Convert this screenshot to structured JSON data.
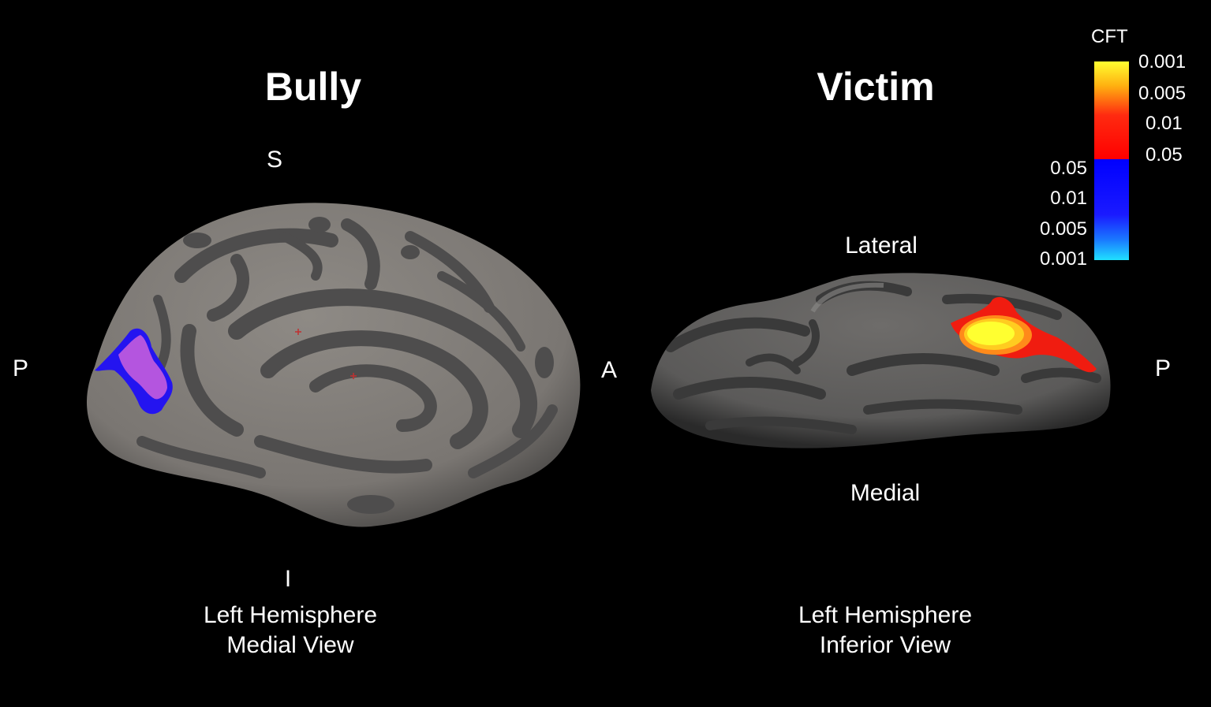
{
  "panels": {
    "bully": {
      "title": "Bully",
      "orient_top": "S",
      "orient_bottom": "I",
      "orient_left": "P",
      "orient_right": "A",
      "caption_line1": "Left Hemisphere",
      "caption_line2": "Medial View"
    },
    "victim": {
      "title": "Victim",
      "orient_top": "Lateral",
      "orient_bottom": "Medial",
      "orient_right": "P",
      "caption_line1": "Left Hemisphere",
      "caption_line2": "Inferior View"
    }
  },
  "colorbar": {
    "title": "CFT",
    "positive_ticks": [
      "0.001",
      "0.005",
      "0.01",
      "0.05"
    ],
    "negative_ticks": [
      "0.05",
      "0.01",
      "0.005",
      "0.001"
    ]
  },
  "colors": {
    "background": "#000000",
    "brain_gyri": "#8a8580",
    "brain_sulci": "#4e4d4d",
    "cluster_blue": "#2414f0",
    "cluster_purple": "#b455df",
    "cluster_red": "#f01c10",
    "cluster_orange": "#ff8a1a",
    "cluster_yellow": "#ffff20"
  }
}
